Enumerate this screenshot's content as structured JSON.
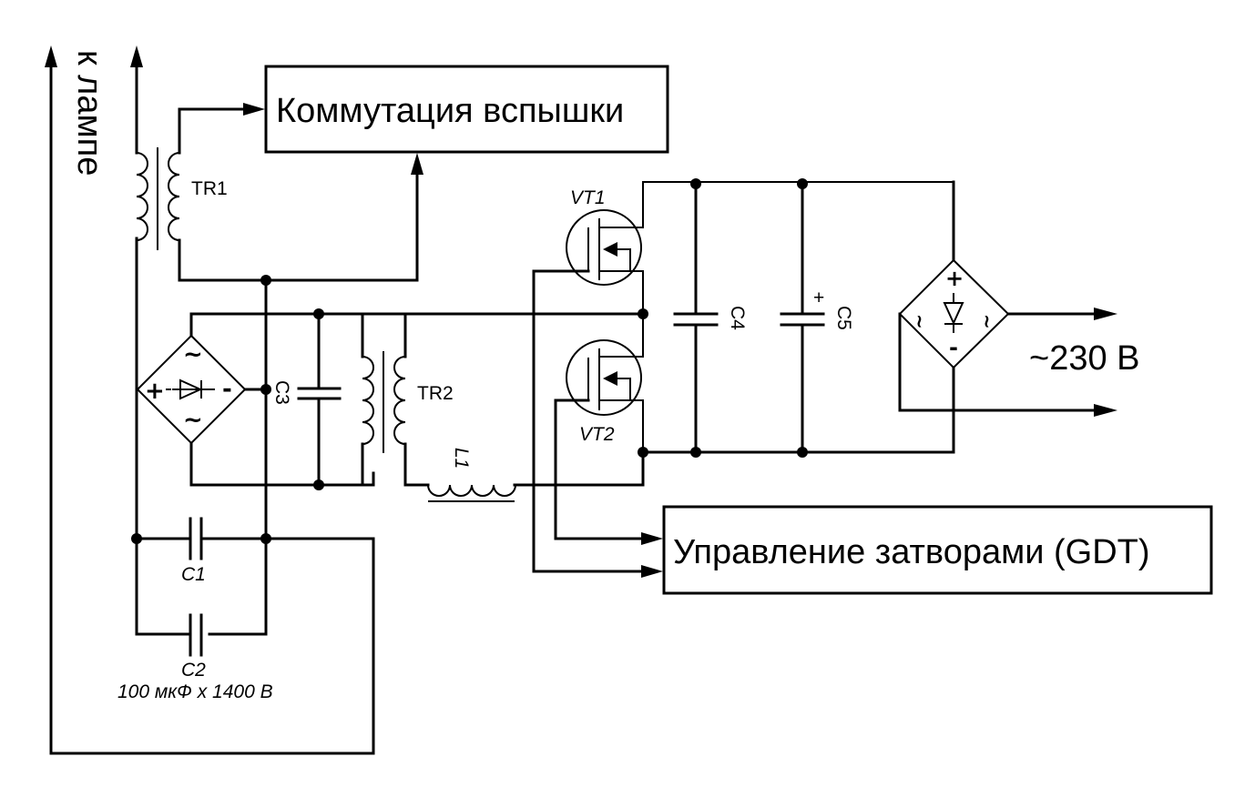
{
  "diagram": {
    "type": "circuit-schematic",
    "blocks": {
      "flash_switching": "Коммутация вспышки",
      "gate_drive": "Управление затворами (GDT)"
    },
    "labels": {
      "to_lamp": "к лампе",
      "mains": "~230 В",
      "tr1": "TR1",
      "tr2": "TR2",
      "c1": "C1",
      "c2": "C2",
      "c2_rating": "100 мкФ х 1400 В",
      "c3": "C3",
      "c4": "C4",
      "c5": "C5",
      "l1": "L1",
      "vt1": "VT1",
      "vt2": "VT2"
    },
    "symbols": {
      "plus": "+",
      "minus": "-",
      "ac": "~",
      "c5_polarity": "+"
    },
    "components": [
      {
        "ref": "TR1",
        "kind": "transformer"
      },
      {
        "ref": "TR2",
        "kind": "transformer"
      },
      {
        "ref": "C1",
        "kind": "capacitor"
      },
      {
        "ref": "C2",
        "kind": "capacitor"
      },
      {
        "ref": "C3",
        "kind": "capacitor"
      },
      {
        "ref": "C4",
        "kind": "capacitor"
      },
      {
        "ref": "C5",
        "kind": "electrolytic-capacitor"
      },
      {
        "ref": "L1",
        "kind": "inductor"
      },
      {
        "ref": "VT1",
        "kind": "n-mosfet"
      },
      {
        "ref": "VT2",
        "kind": "n-mosfet"
      },
      {
        "ref": "bridge-hv",
        "kind": "diode-bridge"
      },
      {
        "ref": "bridge-mains",
        "kind": "diode-bridge"
      }
    ]
  }
}
